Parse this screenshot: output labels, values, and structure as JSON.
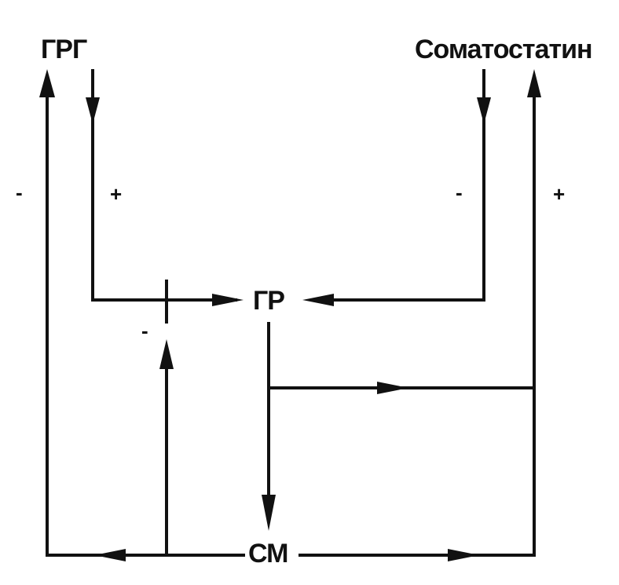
{
  "nodes": {
    "grg": "ГРГ",
    "somatostatin": "Соматостатин",
    "gr": "ГР",
    "sm": "СМ"
  },
  "signs": {
    "sm_to_grg": "-",
    "grg_to_gr": "+",
    "somatostatin_to_gr": "-",
    "to_somatostatin": "+",
    "sm_to_gr": "-"
  },
  "colors": {
    "ink": "#111111",
    "background": "#ffffff"
  }
}
